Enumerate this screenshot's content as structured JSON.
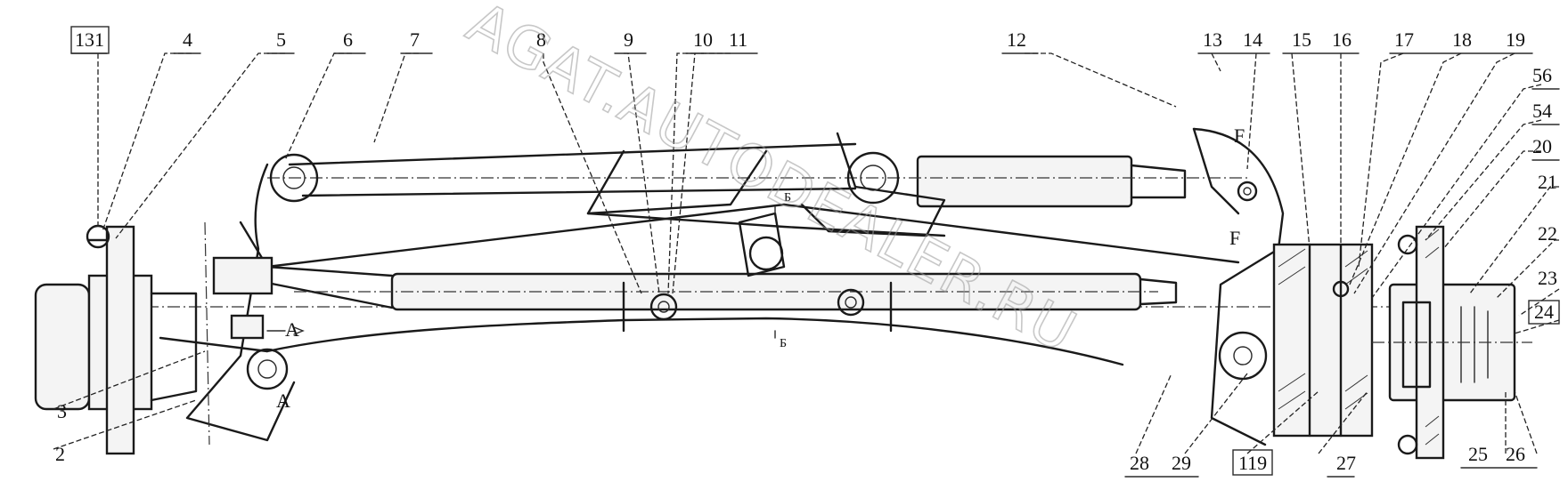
{
  "watermark": "AGAT.AUTODEALER.RU",
  "callouts": [
    {
      "id": "c131",
      "label": "131"
    },
    {
      "id": "c4",
      "label": "4"
    },
    {
      "id": "c5",
      "label": "5"
    },
    {
      "id": "c6",
      "label": "6"
    },
    {
      "id": "c7",
      "label": "7"
    },
    {
      "id": "c8",
      "label": "8"
    },
    {
      "id": "c9",
      "label": "9"
    },
    {
      "id": "c10",
      "label": "10"
    },
    {
      "id": "c11",
      "label": "11"
    },
    {
      "id": "c12",
      "label": "12"
    },
    {
      "id": "c13",
      "label": "13"
    },
    {
      "id": "c14",
      "label": "14"
    },
    {
      "id": "c15",
      "label": "15"
    },
    {
      "id": "c16",
      "label": "16"
    },
    {
      "id": "c17",
      "label": "17"
    },
    {
      "id": "c18",
      "label": "18"
    },
    {
      "id": "c19",
      "label": "19"
    },
    {
      "id": "c56",
      "label": "56"
    },
    {
      "id": "c54",
      "label": "54"
    },
    {
      "id": "c20",
      "label": "20"
    },
    {
      "id": "c21",
      "label": "21"
    },
    {
      "id": "c22",
      "label": "22"
    },
    {
      "id": "c23",
      "label": "23"
    },
    {
      "id": "c24",
      "label": "24"
    },
    {
      "id": "c3",
      "label": "3"
    },
    {
      "id": "c2",
      "label": "2"
    },
    {
      "id": "c28",
      "label": "28"
    },
    {
      "id": "c29",
      "label": "29"
    },
    {
      "id": "c119",
      "label": "119"
    },
    {
      "id": "c27",
      "label": "27"
    },
    {
      "id": "c25",
      "label": "25"
    },
    {
      "id": "c26",
      "label": "26"
    }
  ],
  "section_marks": {
    "a_upper": "A",
    "a_lower": "A",
    "b_upper": "Б",
    "b_lower": "Б",
    "f_upper": "F",
    "f_lower": "F"
  }
}
